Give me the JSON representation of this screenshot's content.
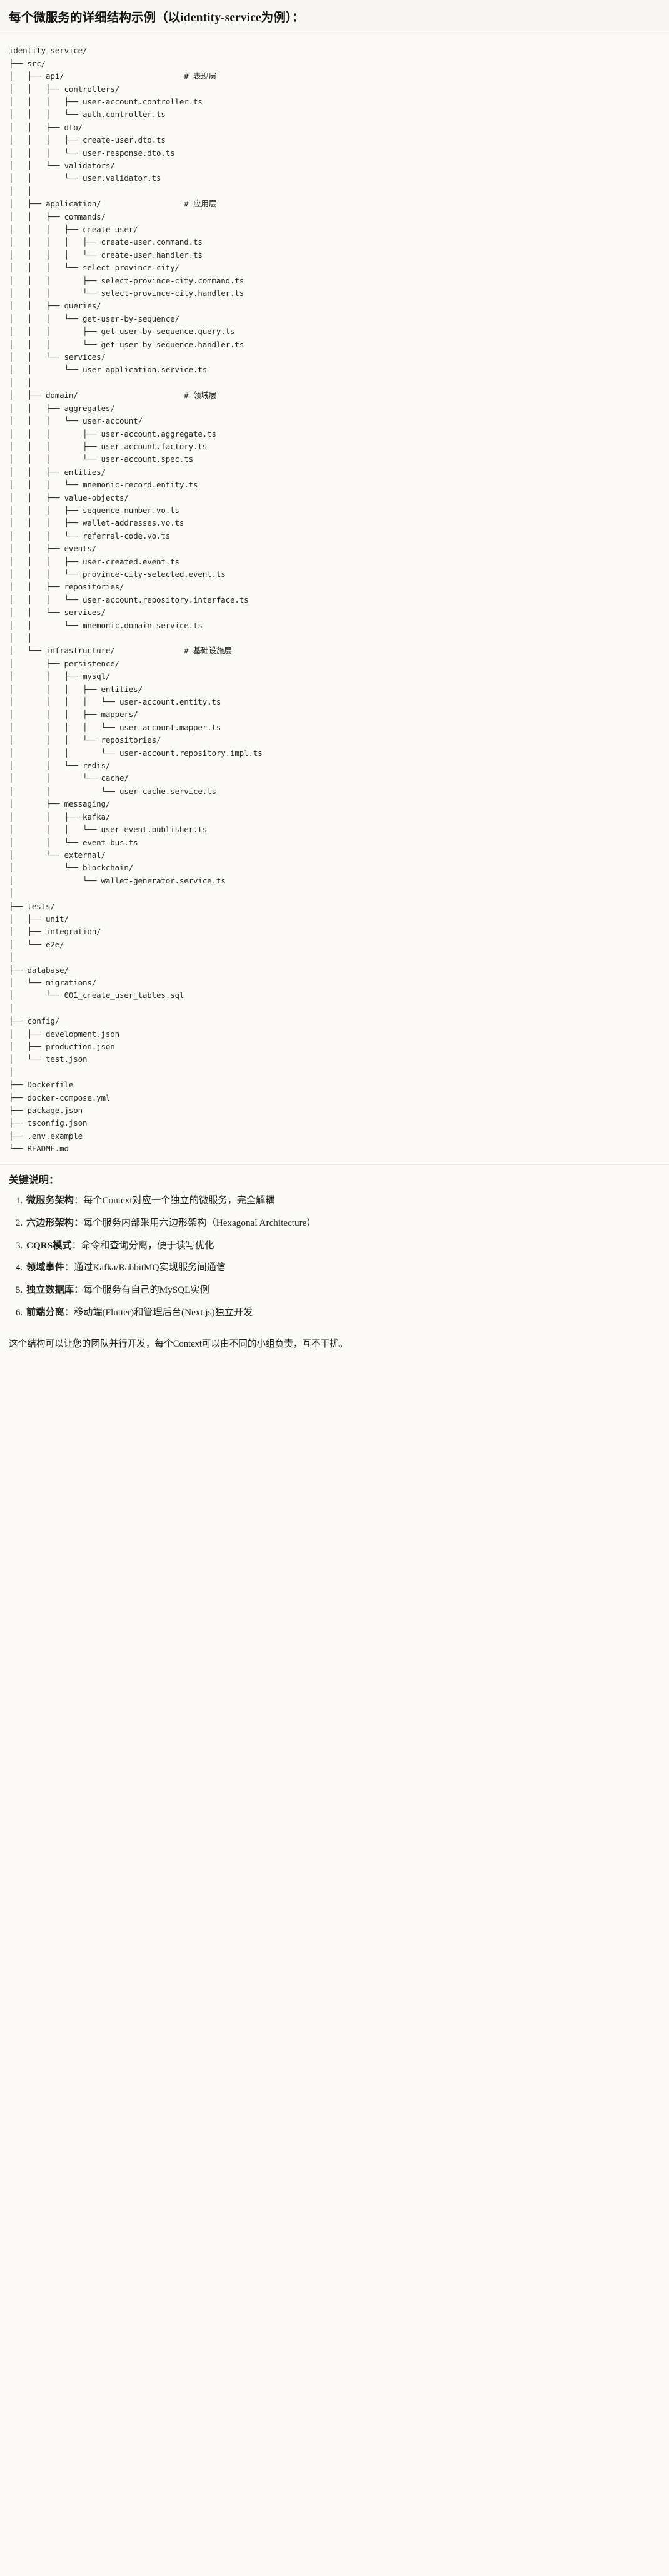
{
  "header": {
    "title": "每个微服务的详细结构示例（以identity-service为例）："
  },
  "tree": {
    "root": "identity-service/",
    "lines": [
      "identity-service/",
      "├── src/",
      "│   ├── api/                          # 表现层",
      "│   │   ├── controllers/",
      "│   │   │   ├── user-account.controller.ts",
      "│   │   │   └── auth.controller.ts",
      "│   │   ├── dto/",
      "│   │   │   ├── create-user.dto.ts",
      "│   │   │   └── user-response.dto.ts",
      "│   │   └── validators/",
      "│   │       └── user.validator.ts",
      "│   │",
      "│   ├── application/                  # 应用层",
      "│   │   ├── commands/",
      "│   │   │   ├── create-user/",
      "│   │   │   │   ├── create-user.command.ts",
      "│   │   │   │   └── create-user.handler.ts",
      "│   │   │   └── select-province-city/",
      "│   │   │       ├── select-province-city.command.ts",
      "│   │   │       └── select-province-city.handler.ts",
      "│   │   ├── queries/",
      "│   │   │   └── get-user-by-sequence/",
      "│   │   │       ├── get-user-by-sequence.query.ts",
      "│   │   │       └── get-user-by-sequence.handler.ts",
      "│   │   └── services/",
      "│   │       └── user-application.service.ts",
      "│   │",
      "│   ├── domain/                       # 领域层",
      "│   │   ├── aggregates/",
      "│   │   │   └── user-account/",
      "│   │   │       ├── user-account.aggregate.ts",
      "│   │   │       ├── user-account.factory.ts",
      "│   │   │       └── user-account.spec.ts",
      "│   │   ├── entities/",
      "│   │   │   └── mnemonic-record.entity.ts",
      "│   │   ├── value-objects/",
      "│   │   │   ├── sequence-number.vo.ts",
      "│   │   │   ├── wallet-addresses.vo.ts",
      "│   │   │   └── referral-code.vo.ts",
      "│   │   ├── events/",
      "│   │   │   ├── user-created.event.ts",
      "│   │   │   └── province-city-selected.event.ts",
      "│   │   ├── repositories/",
      "│   │   │   └── user-account.repository.interface.ts",
      "│   │   └── services/",
      "│   │       └── mnemonic.domain-service.ts",
      "│   │",
      "│   └── infrastructure/               # 基础设施层",
      "│       ├── persistence/",
      "│       │   ├── mysql/",
      "│       │   │   ├── entities/",
      "│       │   │   │   └── user-account.entity.ts",
      "│       │   │   ├── mappers/",
      "│       │   │   │   └── user-account.mapper.ts",
      "│       │   │   └── repositories/",
      "│       │   │       └── user-account.repository.impl.ts",
      "│       │   └── redis/",
      "│       │       └── cache/",
      "│       │           └── user-cache.service.ts",
      "│       ├── messaging/",
      "│       │   ├── kafka/",
      "│       │   │   └── user-event.publisher.ts",
      "│       │   └── event-bus.ts",
      "│       └── external/",
      "│           └── blockchain/",
      "│               └── wallet-generator.service.ts",
      "│",
      "├── tests/",
      "│   ├── unit/",
      "│   ├── integration/",
      "│   └── e2e/",
      "│",
      "├── database/",
      "│   └── migrations/",
      "│       └── 001_create_user_tables.sql",
      "│",
      "├── config/",
      "│   ├── development.json",
      "│   ├── production.json",
      "│   └── test.json",
      "│",
      "├── Dockerfile",
      "├── docker-compose.yml",
      "├── package.json",
      "├── tsconfig.json",
      "├── .env.example",
      "└── README.md"
    ]
  },
  "notes": {
    "heading": "关键说明：",
    "items": [
      {
        "term": "微服务架构",
        "sep": "：",
        "desc": "每个Context对应一个独立的微服务，完全解耦"
      },
      {
        "term": "六边形架构",
        "sep": "：",
        "desc": "每个服务内部采用六边形架构（Hexagonal Architecture）"
      },
      {
        "term": "CQRS模式",
        "sep": "：",
        "desc": "命令和查询分离，便于读写优化"
      },
      {
        "term": "领域事件",
        "sep": "：",
        "desc": "通过Kafka/RabbitMQ实现服务间通信"
      },
      {
        "term": "独立数据库",
        "sep": "：",
        "desc": "每个服务有自己的MySQL实例"
      },
      {
        "term": "前端分离",
        "sep": "：",
        "desc": "移动端(Flutter)和管理后台(Next.js)独立开发"
      }
    ],
    "closing": "这个结构可以让您的团队并行开发，每个Context可以由不同的小组负责，互不干扰。"
  }
}
